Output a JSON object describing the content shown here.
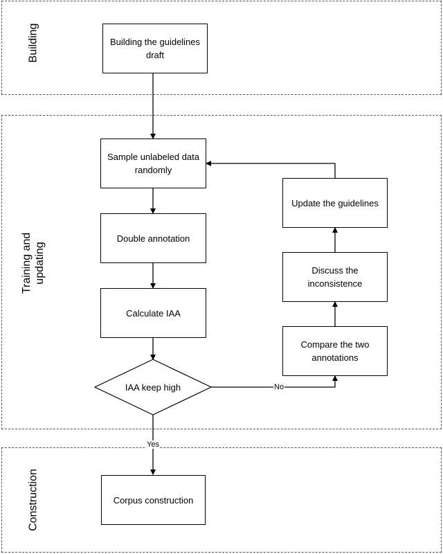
{
  "phases": {
    "building": "Building",
    "training": "Training and updating",
    "construction": "Construction"
  },
  "nodes": {
    "draft": "Building the guidelines draft",
    "sample": "Sample unlabeled data randomly",
    "double": "Double annotation",
    "iaa": "Calculate IAA",
    "decision": "IAA keep high",
    "compare": "Compare the two annotations",
    "discuss": "Discuss the inconsistence",
    "update": "Update the guidelines",
    "corpus": "Corpus construction"
  },
  "edges": {
    "no": "No",
    "yes": "Yes"
  }
}
